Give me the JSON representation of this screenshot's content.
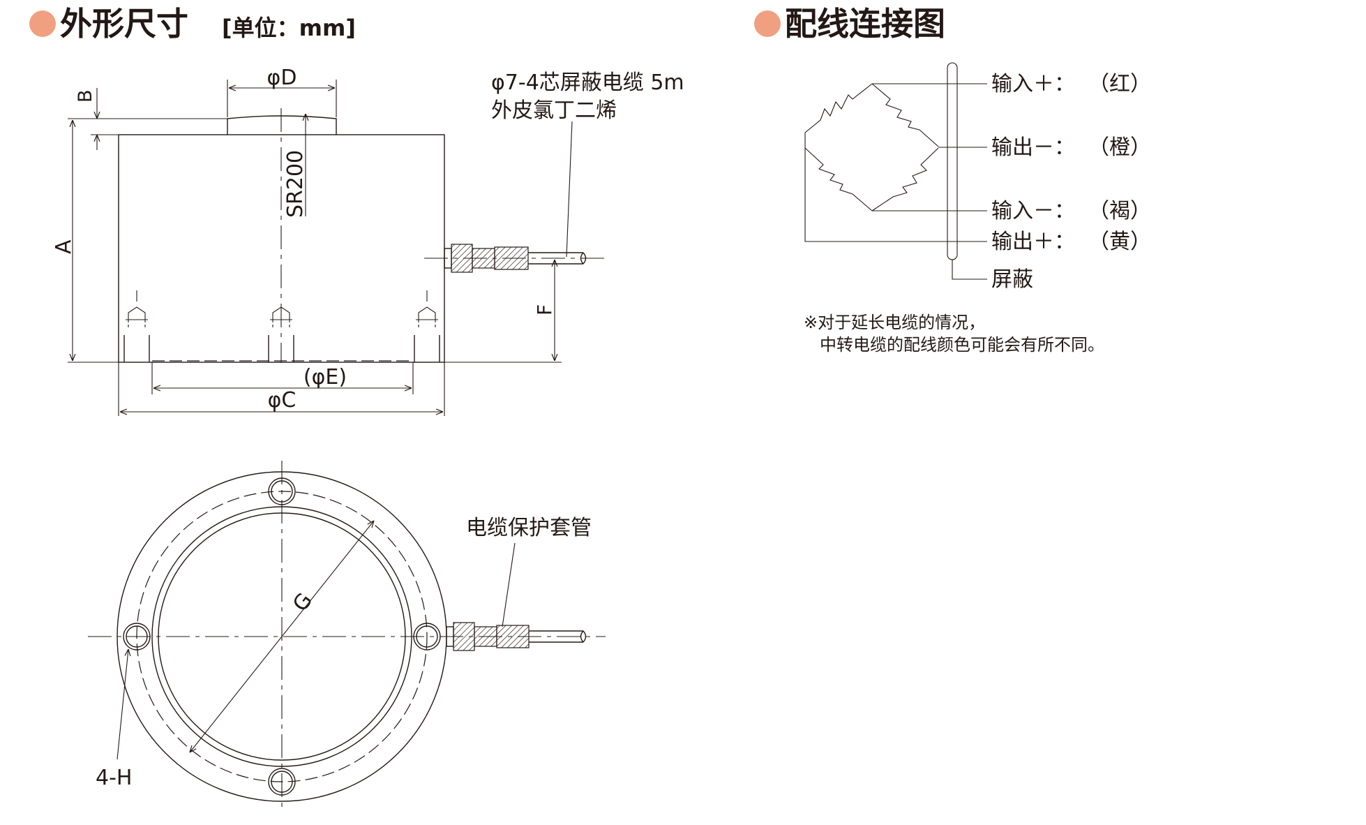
{
  "dimensions_section": {
    "title": "外形尺寸",
    "unit": "[单位：mm]",
    "accent_color": "#F0A080"
  },
  "wiring_section": {
    "title": "配线连接图",
    "accent_color": "#F0A080"
  },
  "side_view": {
    "label_D": "φD",
    "label_B": "B",
    "label_A": "A",
    "label_SR": "SR200",
    "label_F": "F",
    "label_E": "(φE)",
    "label_C": "φC",
    "cable_line1": "φ7-4芯屏蔽电缆 5m",
    "cable_line2": "外皮氯丁二烯"
  },
  "top_view": {
    "label_G": "G",
    "label_H": "4-H",
    "sleeve_label": "电缆保护套管"
  },
  "wiring": {
    "wires": [
      {
        "label": "输入＋：",
        "color": "（红）"
      },
      {
        "label": "输出－：",
        "color": "（橙）"
      },
      {
        "label": "输入－：",
        "color": "（褐）"
      },
      {
        "label": "输出＋：",
        "color": "（黄）"
      }
    ],
    "shield_label": "屏蔽",
    "note_line1": "※对于延长电缆的情况，",
    "note_line2": "中转电缆的配线颜色可能会有所不同。"
  }
}
